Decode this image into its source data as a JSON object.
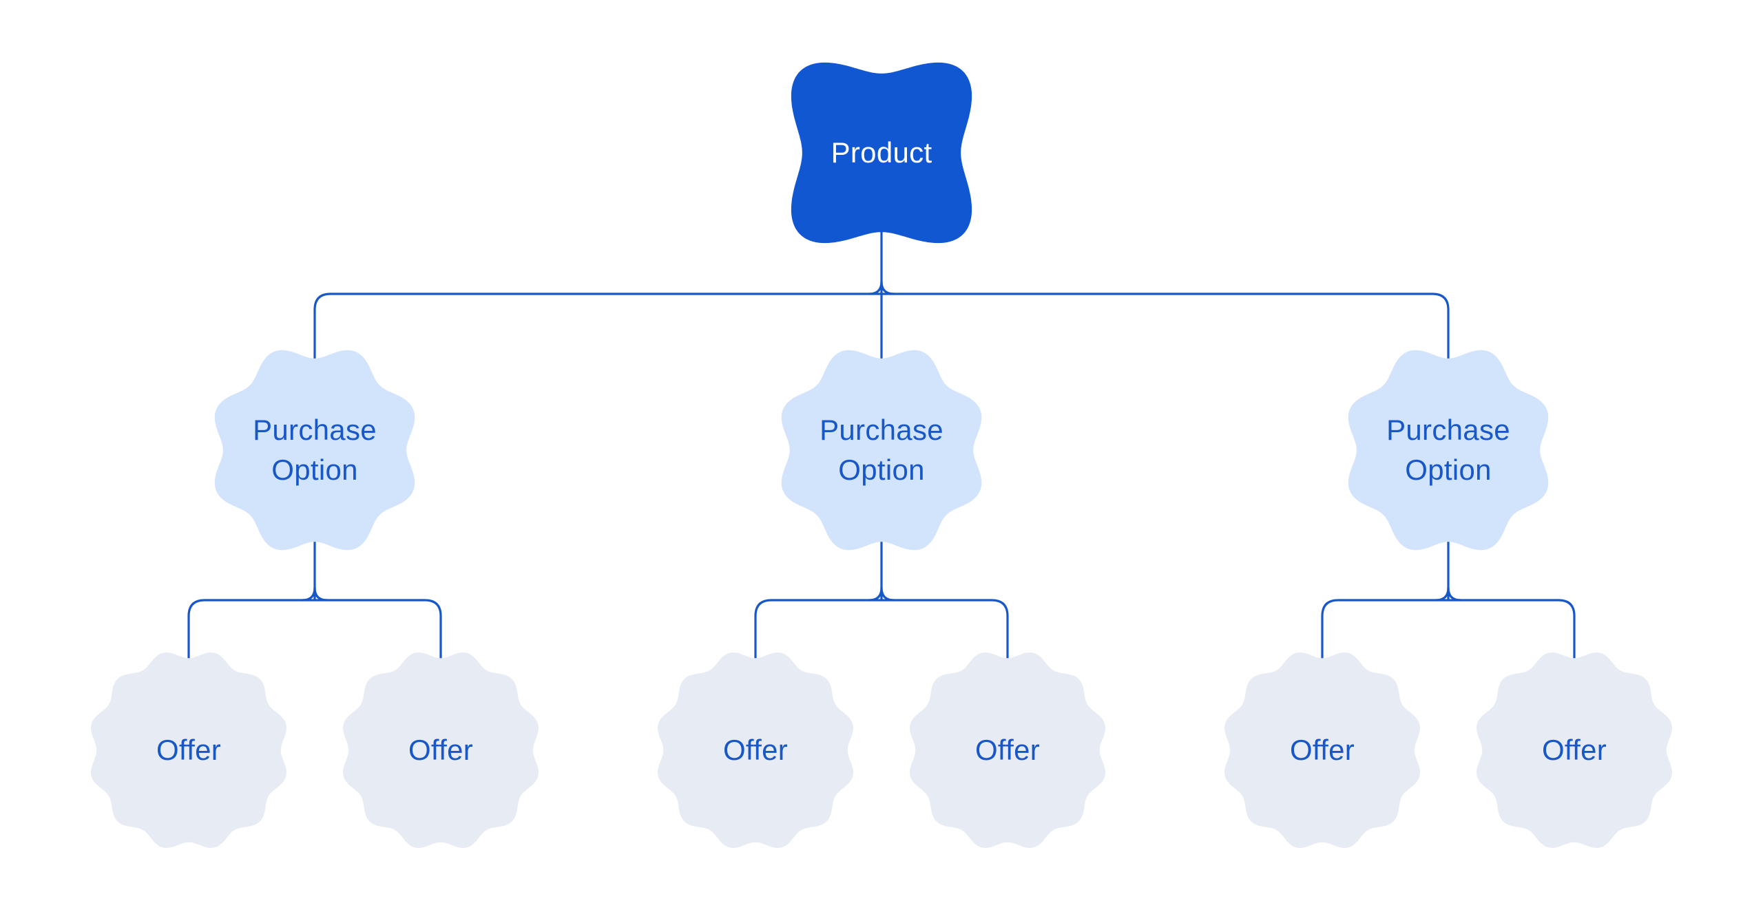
{
  "diagram": {
    "nodes": {
      "product": {
        "label": "Product"
      },
      "purchase_options": [
        {
          "label": "Purchase Option",
          "offers": [
            {
              "label": "Offer"
            },
            {
              "label": "Offer"
            }
          ]
        },
        {
          "label": "Purchase Option",
          "offers": [
            {
              "label": "Offer"
            },
            {
              "label": "Offer"
            }
          ]
        },
        {
          "label": "Purchase Option",
          "offers": [
            {
              "label": "Offer"
            },
            {
              "label": "Offer"
            }
          ]
        }
      ]
    },
    "colors": {
      "background": "#ffffff",
      "product_fill": "#1157d2",
      "product_text": "#ffffff",
      "option_fill": "#d2e3fc",
      "offer_fill": "#e7ebf4",
      "line": "#1757c8",
      "label_text": "#1757c8"
    }
  }
}
